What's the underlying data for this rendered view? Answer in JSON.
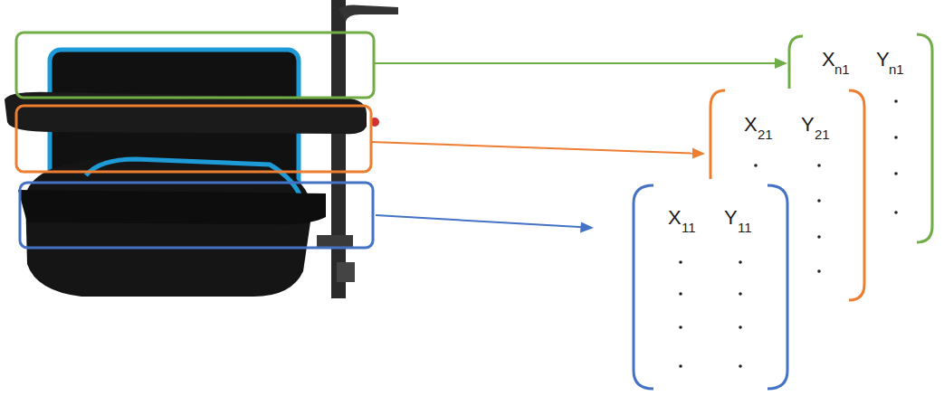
{
  "diagram": {
    "labels": [
      "X",
      "n1",
      "Y",
      "n1",
      "X",
      "21",
      "Y",
      "21",
      "X",
      "11",
      "Y",
      "11"
    ]
  }
}
